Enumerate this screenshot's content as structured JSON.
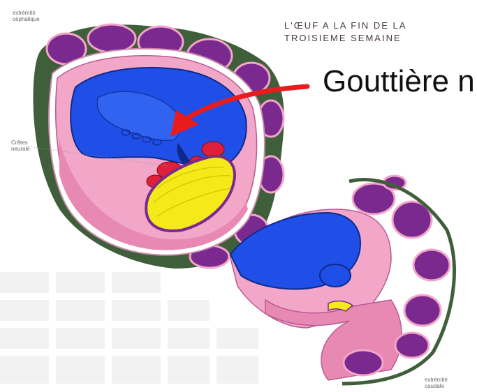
{
  "diagram": {
    "title_line1": "L'ŒUF A LA FIN DE LA",
    "title_line2": "TROISIEME SEMAINE",
    "big_label": "Gouttière n",
    "label_cephalic": [
      "extrémité",
      "céphalique"
    ],
    "label_neural": [
      "Crêtes",
      "neurale"
    ],
    "label_caudal": [
      "extrémité",
      "caudale"
    ]
  },
  "colors": {
    "amnion_blue": "#1f4fe6",
    "yolk_yellow": "#f4ea1a",
    "tissue_pink": "#f2a6c8",
    "somite_purple": "#7a2a8e",
    "mesoderm_green": "#3f5e3a",
    "arrow_red": "#e81c1c",
    "neural_red": "#e0203a"
  }
}
